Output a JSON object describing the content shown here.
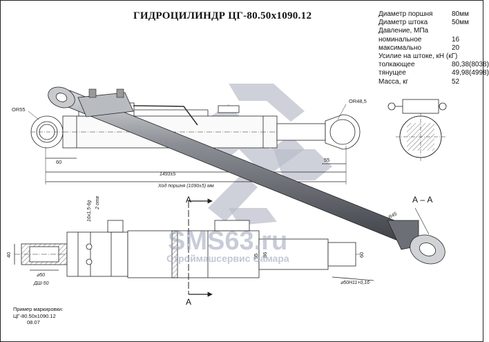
{
  "title": "ГИДРОЦИЛИНДР ЦГ-80.50х1090.12",
  "specs": [
    {
      "label": "Диаметр поршня",
      "value": "80мм"
    },
    {
      "label": "Диаметр штока",
      "value": "50мм"
    },
    {
      "label": "Давление, МПа",
      "value": ""
    },
    {
      "label": "номинальное",
      "value": "16"
    },
    {
      "label": "максимально",
      "value": "20"
    },
    {
      "label": "Усилие на штоке, кН (кГ)",
      "value": ""
    },
    {
      "label": "толкающее",
      "value": "80,38(8038)"
    },
    {
      "label": "тянущее",
      "value": "49,98(4998)"
    },
    {
      "label": "Масса, кг",
      "value": "52"
    }
  ],
  "dims": {
    "r55": "OR55",
    "r48": "OR48,5",
    "d60": "60",
    "d55": "55",
    "l1493": "1493±5",
    "stroke": "Ход поршня (1090±5) мм",
    "thread": "16х1,5-6g",
    "side2": "2 отв",
    "h40": "40",
    "w50": "⌀50",
    "dgc": "ДШ-50",
    "v95": "95",
    "v86": "86",
    "v60": "60",
    "bore": "⌀50Н11+0,16",
    "r45": "R45"
  },
  "section": {
    "a": "А",
    "aa": "А – А"
  },
  "watermark": {
    "main": "SMS63.ru",
    "sub": "Строймашсервис Самара"
  },
  "example": {
    "label": "Пример маркировки:",
    "code": "ЦГ-80.50х1090.12",
    "date": "08.07"
  }
}
